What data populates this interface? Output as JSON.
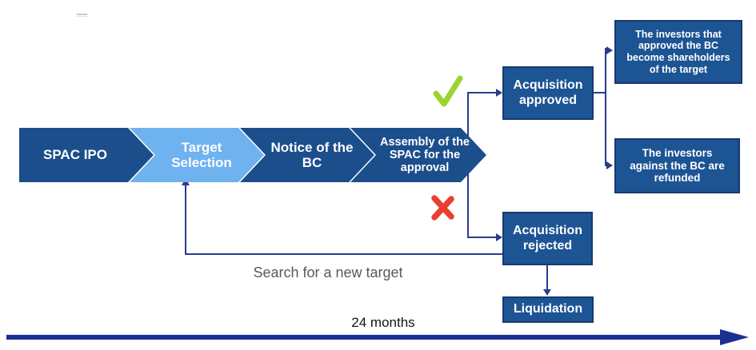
{
  "chevrons": [
    {
      "label": "SPAC IPO"
    },
    {
      "label": "Target Selection"
    },
    {
      "label": "Notice of the BC"
    },
    {
      "label": "Assembly of the SPAC for the approval"
    }
  ],
  "boxes": {
    "approved": {
      "label": "Acquisition approved"
    },
    "rejected": {
      "label": "Acquisition rejected"
    },
    "liquidation": {
      "label": "Liquidation"
    },
    "shareholders": {
      "label": "The investors that approved the BC become shareholders of the target"
    },
    "refunded": {
      "label": "The investors against the BC are refunded"
    }
  },
  "annotations": {
    "search_label": "Search for a new target",
    "timeline_label": "24 months",
    "approve_icon": "green-checkmark",
    "reject_icon": "red-cross"
  },
  "colors": {
    "dark_blue": "#1C4E8C",
    "light_blue": "#6FB2F0",
    "box_fill": "#1D5493",
    "box_border": "#163A70",
    "connector": "#2A3B8F",
    "timeline": "#1B2F93",
    "check_green": "#9BD331",
    "cross_red": "#E8402F",
    "search_text": "#5E5855"
  }
}
